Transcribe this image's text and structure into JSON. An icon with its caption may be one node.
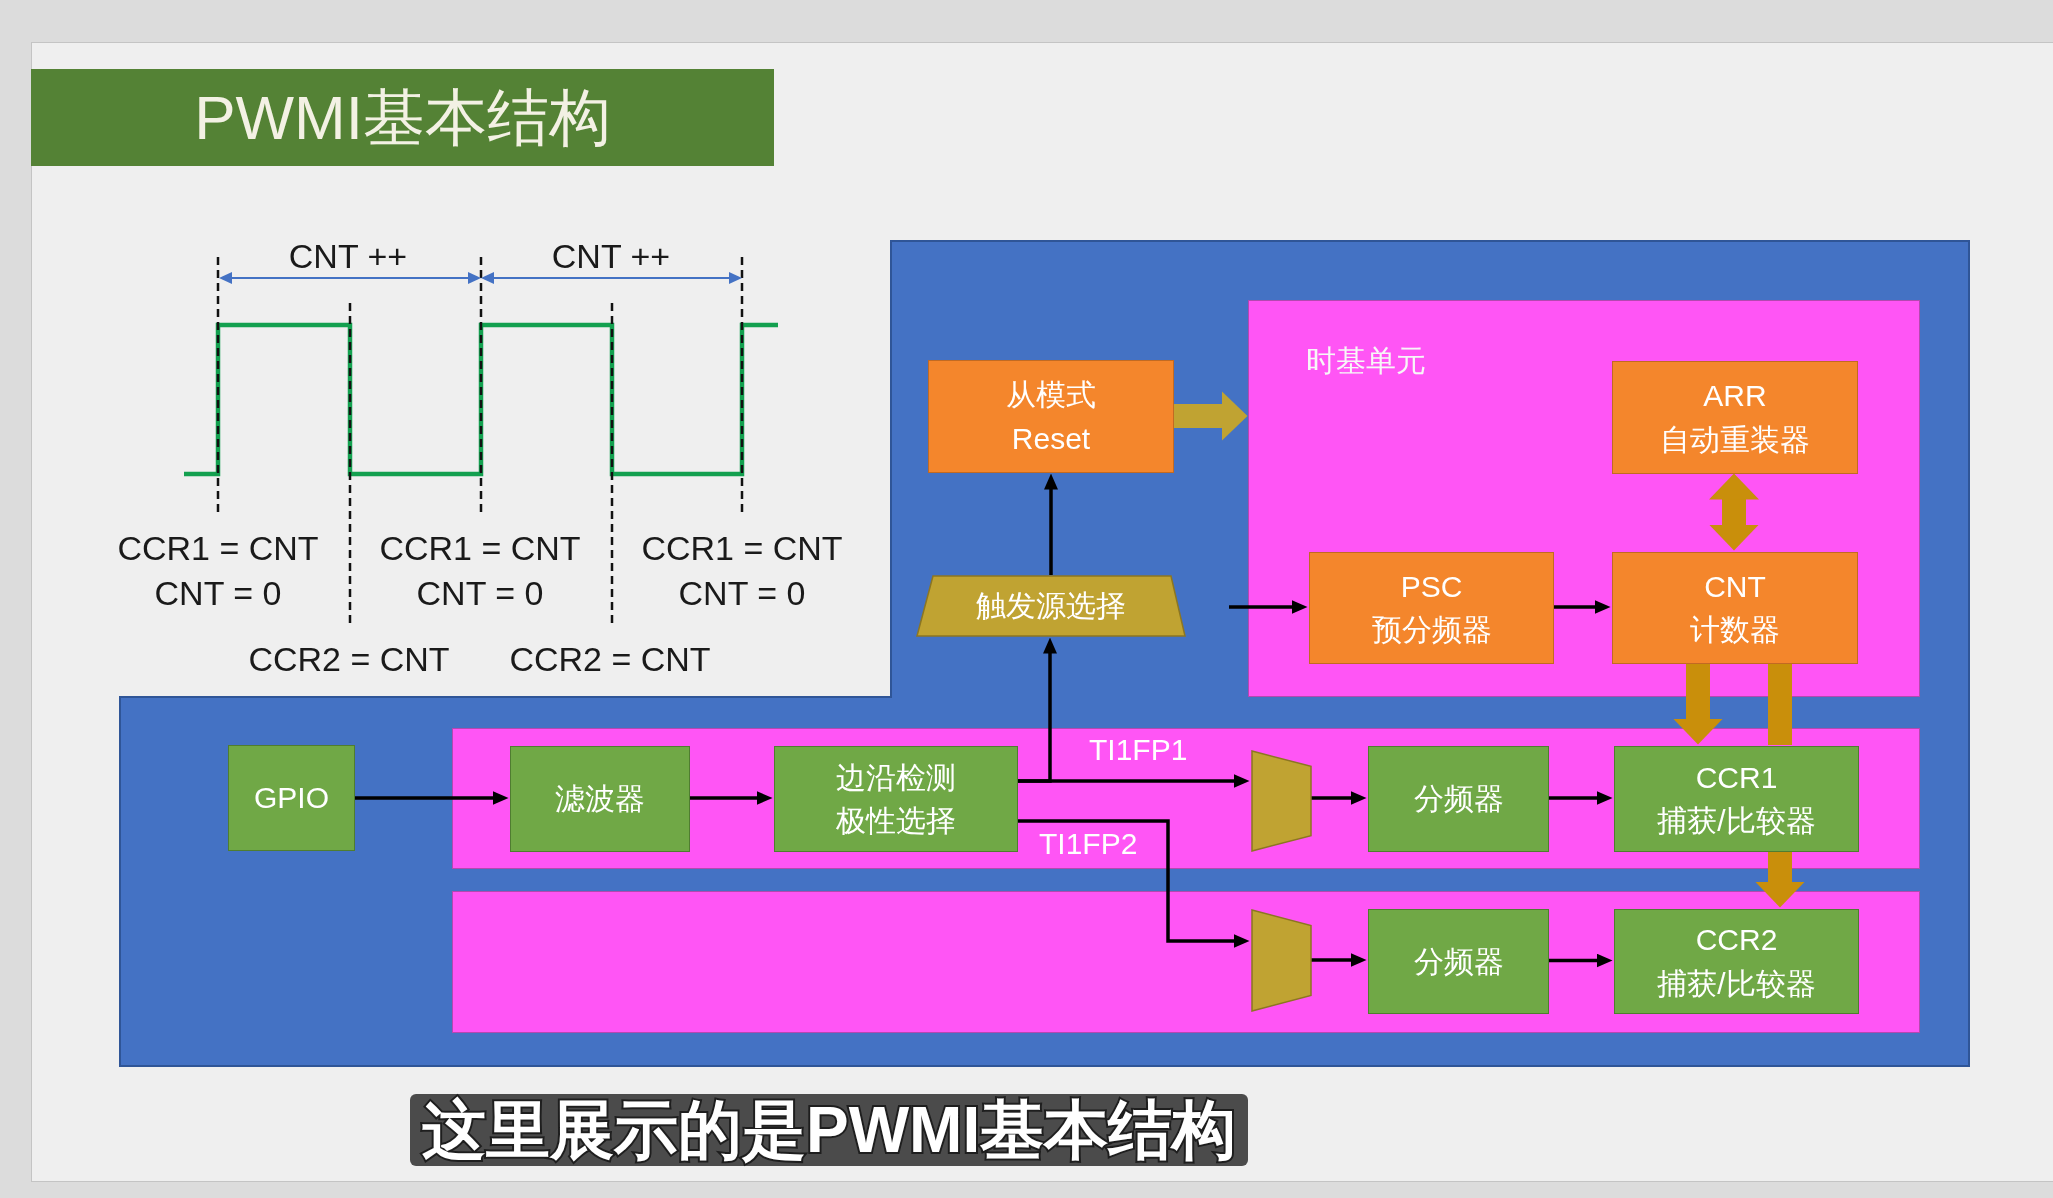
{
  "diagram": {
    "title": "PWMI基本结构",
    "nodes": [
      {
        "text": [],
        "shape": "box"
      },
      {
        "text": [
          "从模式",
          "Reset"
        ],
        "in": 0
      },
      {
        "text": [
          "时基单元"
        ],
        "in": 0
      },
      {
        "text": [
          "ARR",
          "自动重装器"
        ],
        "in": 2
      },
      {
        "text": [
          "触发源选择"
        ],
        "in": 0
      },
      {
        "text": [
          "PSC",
          "预分频器"
        ],
        "in": 2
      },
      {
        "text": [
          "CNT",
          "计数器"
        ],
        "in": 2
      },
      {
        "text": [
          "GPIO"
        ],
        "in": 0
      },
      {
        "text": [],
        "shape": "box",
        "in": 0
      },
      {
        "text": [
          "滤波器"
        ],
        "in": 8
      },
      {
        "text": [
          "边沿检测",
          "极性选择"
        ],
        "in": 8
      },
      {
        "text": [],
        "shape": "trapezoid",
        "in": 8
      },
      {
        "text": [
          "分频器"
        ],
        "in": 8
      },
      {
        "text": [
          "CCR1",
          "捕获/比较器"
        ],
        "in": 8
      },
      {
        "text": [],
        "shape": "box",
        "in": 0
      },
      {
        "text": [],
        "shape": "trapezoid",
        "in": 14
      },
      {
        "text": [
          "分频器"
        ],
        "in": 14
      },
      {
        "text": [
          "CCR2",
          "捕获/比较器"
        ],
        "in": 14
      }
    ],
    "edges": [
      {
        "from": 1,
        "to": 2,
        "arrow": "to",
        "style": "thick",
        "color": "#c0a332"
      },
      {
        "from": 3,
        "to": 6,
        "arrow": "both",
        "style": "thick",
        "color": "#c98f0b"
      },
      {
        "from": 4,
        "to": 1,
        "arrow": "to"
      },
      {
        "from": null,
        "to": 5,
        "arrow": "to"
      },
      {
        "from": 5,
        "to": 6,
        "arrow": "to"
      },
      {
        "from": 6,
        "to": 13,
        "arrow": "to",
        "style": "thick",
        "color": "#c98f0b"
      },
      {
        "from": 6,
        "to": 13,
        "arrow": "none",
        "style": "thick",
        "color": "#c98f0b"
      },
      {
        "from": 13,
        "to": 17,
        "arrow": "to",
        "style": "thick",
        "color": "#c98f0b"
      },
      {
        "from": 7,
        "to": 9,
        "arrow": "to"
      },
      {
        "from": 9,
        "to": 10,
        "arrow": "to"
      },
      {
        "from": 10,
        "to": 11,
        "arrow": "to",
        "label": "TI1FP1"
      },
      {
        "from": 10,
        "to": 4,
        "arrow": "to"
      },
      {
        "from": 10,
        "to": 15,
        "arrow": "to",
        "label": "TI1FP2"
      },
      {
        "from": 11,
        "to": 12,
        "arrow": "to"
      },
      {
        "from": 12,
        "to": 13,
        "arrow": "to"
      },
      {
        "from": 15,
        "to": 16,
        "arrow": "to"
      },
      {
        "from": 16,
        "to": 17,
        "arrow": "to"
      }
    ],
    "labels": [
      "CNT ++",
      "CNT ++",
      "CCR1 = CNT",
      "CCR1 = CNT",
      "CCR1 = CNT",
      "CNT = 0",
      "CNT = 0",
      "CNT = 0",
      "CCR2 = CNT",
      "CCR2 = CNT"
    ],
    "caption": "这里展示的是PWMI基本结构"
  }
}
